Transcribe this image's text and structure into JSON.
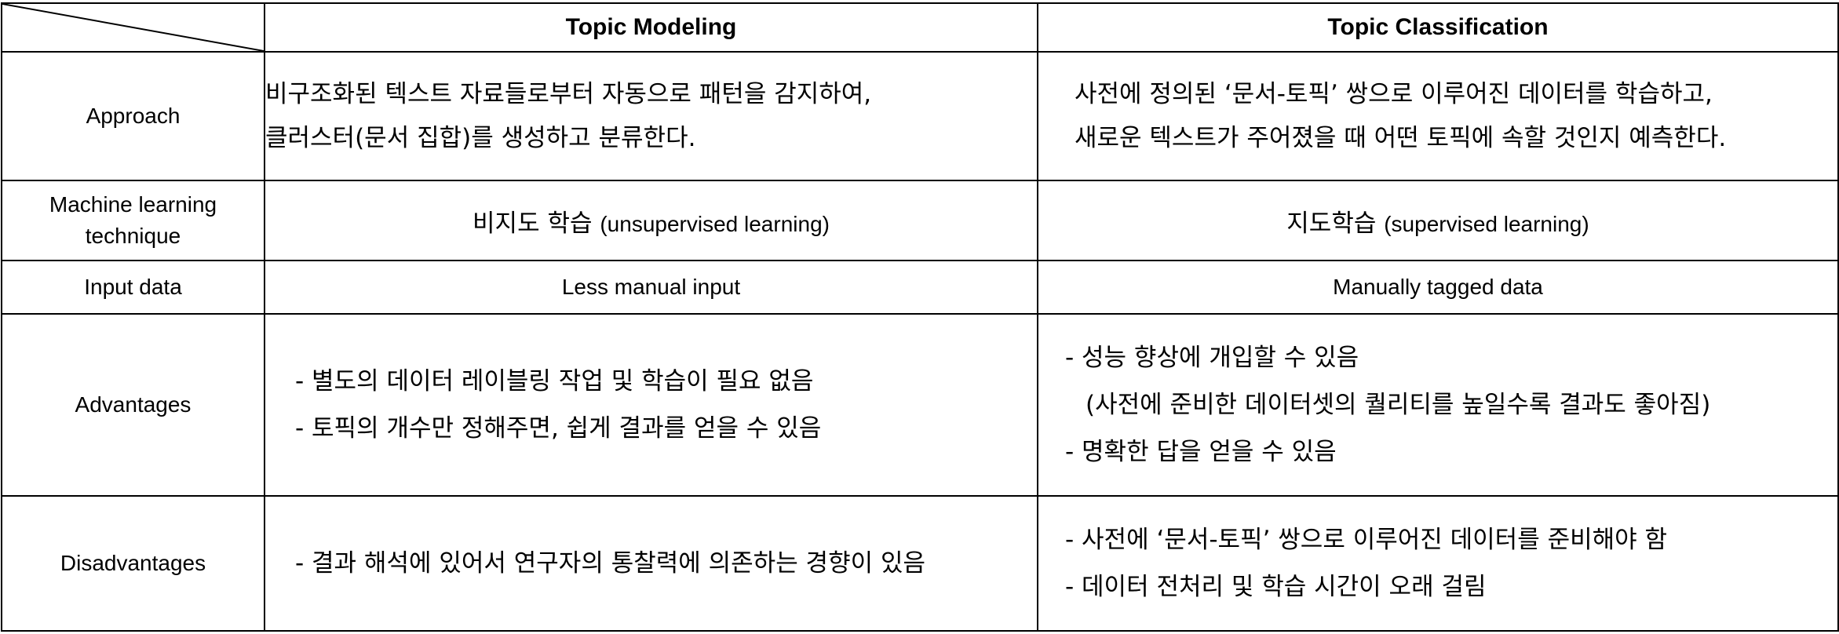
{
  "header": {
    "topic_modeling": "Topic Modeling",
    "topic_classification": "Topic Classification"
  },
  "rows": {
    "approach": {
      "label": "Approach",
      "modeling": [
        "비구조화된 텍스트 자료들로부터 자동으로 패턴을 감지하여,",
        "클러스터(문서 집합)를 생성하고 분류한다."
      ],
      "classification": [
        "사전에 정의된 ‘문서-토픽’ 쌍으로 이루어진 데이터를 학습하고,",
        "새로운 텍스트가 주어졌을 때 어떤 토픽에 속할 것인지 예측한다."
      ]
    },
    "ml_technique": {
      "label_line1": "Machine learning",
      "label_line2": "technique",
      "modeling_ko": "비지도 학습",
      "modeling_en": "(unsupervised learning)",
      "classification_ko": "지도학습",
      "classification_en": "(supervised learning)"
    },
    "input_data": {
      "label": "Input data",
      "modeling": "Less manual input",
      "classification": "Manually tagged data"
    },
    "advantages": {
      "label": "Advantages",
      "modeling": [
        "- 별도의 데이터 레이블링 작업 및 학습이 필요 없음",
        "- 토픽의 개수만 정해주면, 쉽게 결과를 얻을 수 있음"
      ],
      "classification": [
        "- 성능 향상에 개입할 수 있음",
        "(사전에 준비한 데이터셋의 퀄리티를 높일수록 결과도 좋아짐)",
        "- 명확한 답을 얻을 수 있음"
      ]
    },
    "disadvantages": {
      "label": "Disadvantages",
      "modeling": [
        "- 결과 해석에 있어서 연구자의 통찰력에 의존하는 경향이 있음"
      ],
      "classification": [
        "- 사전에 ‘문서-토픽’ 쌍으로 이루어진 데이터를 준비해야 함",
        "- 데이터 전처리 및 학습 시간이 오래 걸림"
      ]
    }
  }
}
